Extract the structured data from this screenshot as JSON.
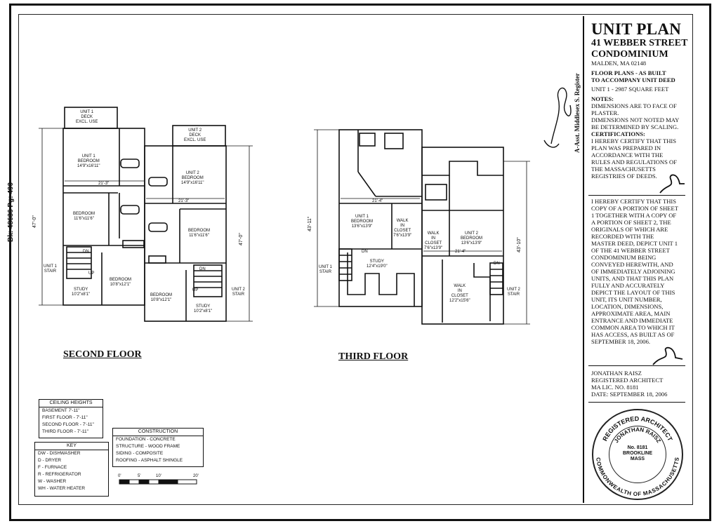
{
  "side_stamp": "Bk: 48636 Pg: 490",
  "registry_signature": "A-Asst. Middlesex S. Register",
  "title_block": {
    "title": "UNIT PLAN",
    "subtitle1": "41 WEBBER STREET",
    "subtitle2": "CONDOMINIUM",
    "location": "MALDEN, MA 02148",
    "purpose1": "FLOOR PLANS - AS BUILT",
    "purpose2": "TO ACCOMPANY UNIT DEED",
    "unit_area": "UNIT 1 - 2987 SQUARE FEET",
    "notes_label": "NOTES:",
    "notes": [
      "DIMENSIONS ARE TO FACE OF",
      "PLASTER.",
      "DIMENSIONS NOT NOTED MAY",
      "BE DETERMINED BY SCALING."
    ],
    "cert_label": "CERTIFICATIONS:",
    "cert1": [
      "I HEREBY CERTIFY THAT THIS",
      "PLAN WAS PREPARED IN",
      "ACCORDANCE WITH THE",
      "RULES AND REGULATIONS OF",
      "THE MASSACHUSETTS",
      "REGISTRIES OF DEEDS."
    ],
    "cert2": [
      "I HEREBY CERTIFY THAT THIS",
      "COPY OF A PORTION OF SHEET",
      "1 TOGETHER WITH A COPY OF",
      "A PORTION OF SHEET 2, THE",
      "ORIGINALS OF WHICH ARE",
      "RECORDED WITH THE",
      "MASTER DEED, DEPICT UNIT 1",
      "OF THE 41 WEBBER STREET",
      "CONDOMINIUM BEING",
      "CONVEYED HEREWITH, AND",
      "OF IMMEDIATELY ADJOINING",
      "UNITS, AND THAT THIS PLAN",
      "FULLY AND ACCURATELY",
      "DEPICT THE LAYOUT OF THIS",
      "UNIT, ITS UNIT NUMBER,",
      "LOCATION, DIMENSIONS,",
      "APPROXIMATE AREA, MAIN",
      "ENTRANCE AND IMMEDIATE",
      "COMMON AREA TO WHICH IT",
      "HAS ACCESS, AS BUILT AS OF",
      "SEPTEMBER 18, 2006."
    ],
    "architect": [
      "JONATHAN RAISZ",
      "REGISTERED ARCHITECT",
      "MA LIC. NO. 8181",
      "DATE: SEPTEMBER 18, 2006"
    ]
  },
  "seal": {
    "top": "REGISTERED ARCHITECT",
    "name": "JONATHAN RAISZ",
    "number": "No. 8181",
    "city": "BROOKLINE",
    "state": "MASS",
    "bottom": "COMMONWEALTH OF MASSACHUSETTS"
  },
  "second_floor": {
    "title": "SECOND FLOOR",
    "dim_left": "47'-0\"",
    "dim_right": "47'-0\"",
    "labels": [
      {
        "t": "UNIT 1\nDECK\nEXCL. USE"
      },
      {
        "t": "UNIT 2\nDECK\nEXCL. USE"
      },
      {
        "t": "UNIT 1\nBEDROOM\n14'9\"x16'11\""
      },
      {
        "t": "UNIT 2\nBEDROOM\n14'9\"x16'11\""
      },
      {
        "t": "21'-3\""
      },
      {
        "t": "21'-3\""
      },
      {
        "t": "BEDROOM\n11'6\"x11'6\""
      },
      {
        "t": "BEDROOM\n11'6\"x11'6\""
      },
      {
        "t": "DN"
      },
      {
        "t": "UP"
      },
      {
        "t": "DN"
      },
      {
        "t": "UP"
      },
      {
        "t": "UNIT 1\nSTAIR"
      },
      {
        "t": "UNIT 2\nSTAIR"
      },
      {
        "t": "STUDY\n10'2\"x8'1\""
      },
      {
        "t": "BEDROOM\n10'8\"x12'1\""
      },
      {
        "t": "BEDROOM\n10'8\"x12'1\""
      },
      {
        "t": "STUDY\n10'2\"x8'1\""
      }
    ]
  },
  "third_floor": {
    "title": "THIRD FLOOR",
    "dim_left": "43'-11\"",
    "dim_right": "43'-10\"",
    "labels": [
      {
        "t": "21'-4\""
      },
      {
        "t": "UNIT 1\nBEDROOM\n13'6\"x13'9\""
      },
      {
        "t": "WALK\nIN\nCLOSET\n7'6\"x13'9\""
      },
      {
        "t": "WALK\nIN\nCLOSET\n7'6\"x13'9\""
      },
      {
        "t": "UNIT 2\nBEDROOM\n13'6\"x13'9\""
      },
      {
        "t": "21'-4\""
      },
      {
        "t": "DN"
      },
      {
        "t": "DN"
      },
      {
        "t": "STUDY\n12'4\"x19'0\""
      },
      {
        "t": "WALK\nIN\nCLOSET\n12'2\"x15'6\""
      },
      {
        "t": "UNIT 1\nSTAIR"
      },
      {
        "t": "UNIT 2\nSTAIR"
      }
    ]
  },
  "ceiling_heights": {
    "title": "CEILING HEIGHTS",
    "rows": [
      "BASEMENT     7'-11\"",
      "FIRST FLOOR  - 7'-11\"",
      "SECOND FLOOR - 7'-11\"",
      "THIRD FLOOR  - 7'-11\""
    ]
  },
  "key": {
    "title": "KEY",
    "rows": [
      "DW  - DISHWASHER",
      "D   - DRYER",
      "F   - FURNACE",
      "R   - REFRIGERATOR",
      "W   - WASHER",
      "WH  - WATER HEATER"
    ]
  },
  "construction": {
    "title": "CONSTRUCTION",
    "rows": [
      "FOUNDATION  - CONCRETE",
      "STRUCTURE   - WOOD FRAME",
      "SIDING      - COMPOSITE",
      "ROOFING     - ASPHALT SHINGLE"
    ]
  },
  "scale": {
    "ticks": [
      "0'",
      "5'",
      "10'",
      "20'"
    ]
  }
}
